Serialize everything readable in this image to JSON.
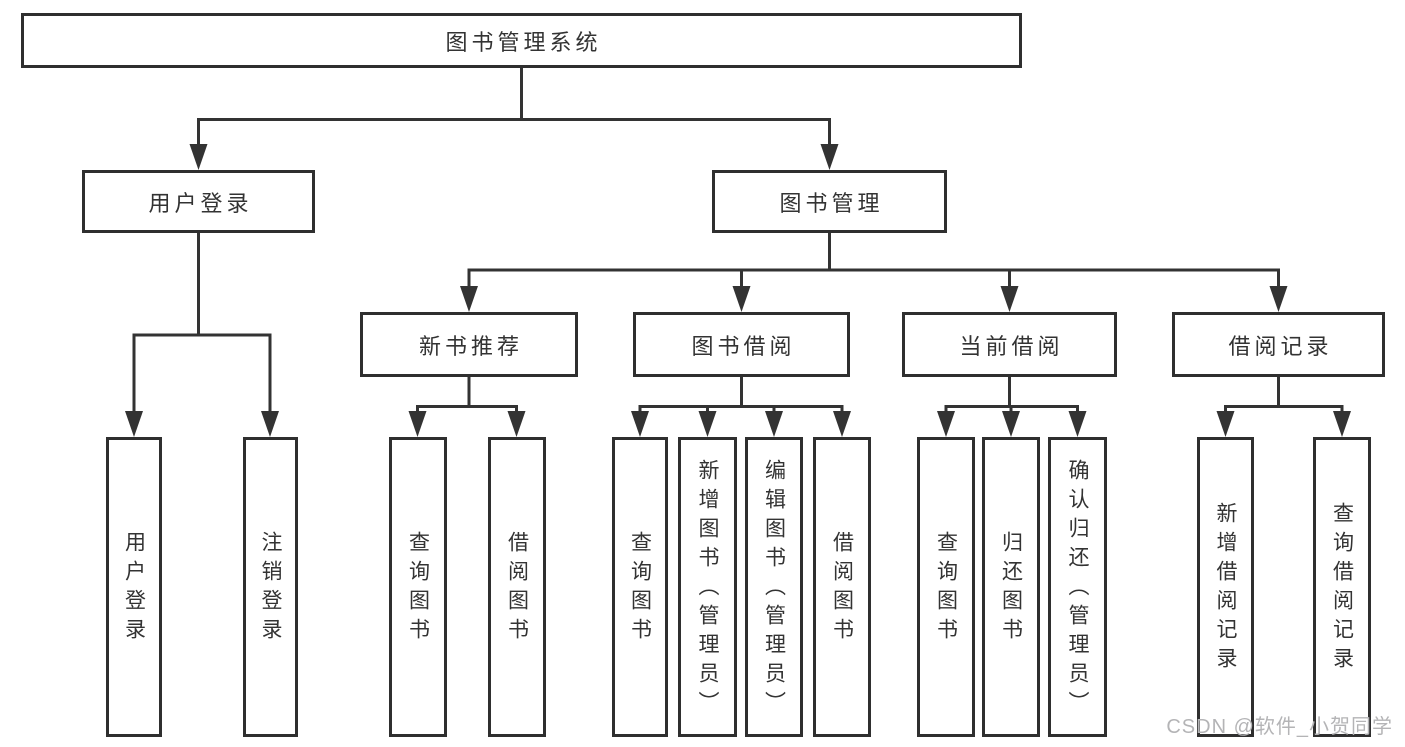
{
  "tree": {
    "root": {
      "label": "图书管理系统",
      "children": [
        {
          "label": "用户登录",
          "children": [
            {
              "label": "用户登录"
            },
            {
              "label": "注销登录"
            }
          ]
        },
        {
          "label": "图书管理",
          "children": [
            {
              "label": "新书推荐",
              "children": [
                {
                  "label": "查询图书"
                },
                {
                  "label": "借阅图书"
                }
              ]
            },
            {
              "label": "图书借阅",
              "children": [
                {
                  "label": "查询图书"
                },
                {
                  "label": "新增图书（管理员）"
                },
                {
                  "label": "编辑图书（管理员）"
                },
                {
                  "label": "借阅图书"
                }
              ]
            },
            {
              "label": "当前借阅",
              "children": [
                {
                  "label": "查询图书"
                },
                {
                  "label": "归还图书"
                },
                {
                  "label": "确认归还（管理员）"
                }
              ]
            },
            {
              "label": "借阅记录",
              "children": [
                {
                  "label": "新增借阅记录"
                },
                {
                  "label": "查询借阅记录"
                }
              ]
            }
          ]
        }
      ]
    }
  },
  "watermark": {
    "text": "CSDN @软件_小贺同学"
  },
  "colors": {
    "line": "#333333",
    "box_border": "#2f2f2f",
    "text": "#333333",
    "watermark": "#b4b4b6",
    "background": "#ffffff"
  }
}
